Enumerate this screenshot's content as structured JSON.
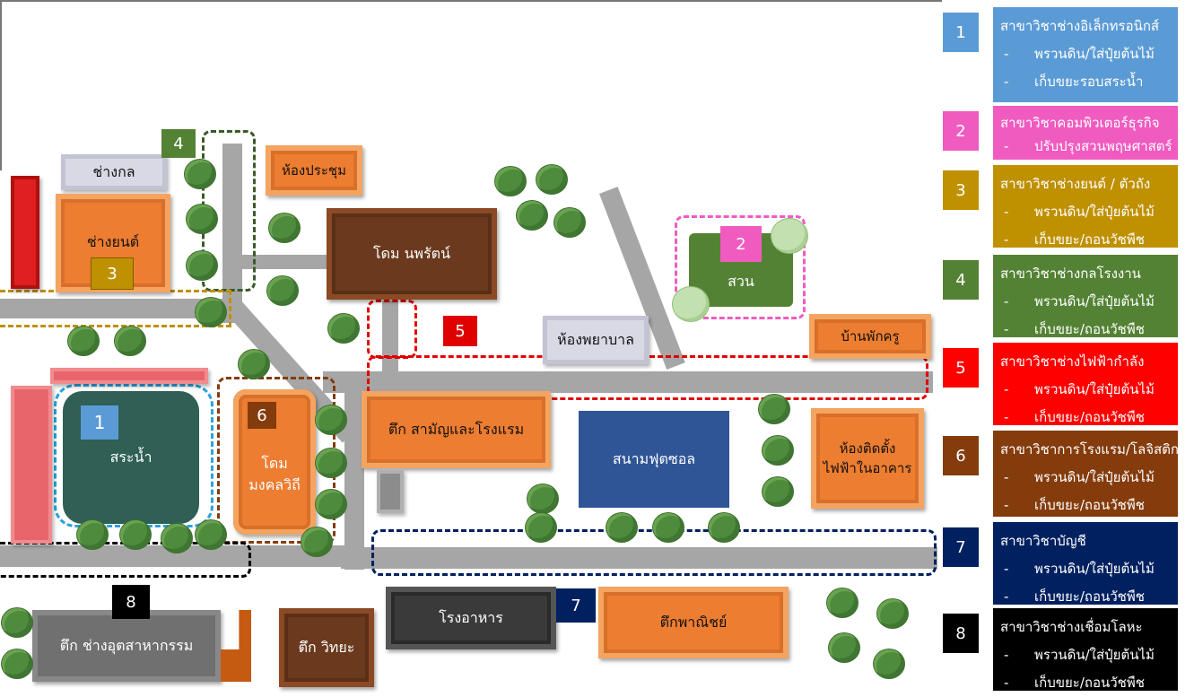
{
  "buildings": {
    "print_shop": "ช่างกล",
    "auto_shop": "ช่างยนต์",
    "meeting_room": "ห้องประชุม",
    "dome_noppharat": "โดม นพรัตน์",
    "infirmary": "ห้องพยาบาล",
    "teacher_house": "บ้านพักครู",
    "garden": "สวน",
    "pond": "สระน้ำ",
    "dome_mongkhon_line1": "โดม",
    "dome_mongkhon_line2": "มงคลวิถี",
    "general_hotel": "ตึก สามัญและโรงแรม",
    "futsal": "สนามฟุตซอล",
    "electric_lab_line1": "ห้องติดตั้ง",
    "electric_lab_line2": "ไฟฟ้าในอาคาร",
    "industrial": "ตึก ช่างอุตสาหากรรม",
    "science": "ตึก วิทยะ",
    "canteen": "โรงอาหาร",
    "commerce": "ตึกพาณิชย์"
  },
  "zone_badges": [
    "1",
    "2",
    "3",
    "4",
    "5",
    "6",
    "7",
    "8"
  ],
  "legend": [
    {
      "num": "1",
      "color": "#5b9bd5",
      "title": "สาขาวิชาช่างอิเล็กทรอนิกส์",
      "items": [
        "พรวนดิน/ใส่ปุ๋ยต้นไม้",
        "เก็บขยะรอบสระน้ำ"
      ]
    },
    {
      "num": "2",
      "color": "#f05bc0",
      "title": "สาขาวิชาคอมพิวเตอร์ธุรกิจ",
      "items": [
        "ปรับปรุงสวนพฤษศาสตร์"
      ]
    },
    {
      "num": "3",
      "color": "#bf9000",
      "title": "สาขาวิชาช่างยนต์ / ตัวถัง",
      "items": [
        "พรวนดิน/ใส่ปุ๋ยต้นไม้",
        "เก็บขยะ/ถอนวัชพืช"
      ]
    },
    {
      "num": "4",
      "color": "#548235",
      "title": "สาขาวิชาช่างกลโรงงาน",
      "items": [
        "พรวนดิน/ใส่ปุ๋ยต้นไม้",
        "เก็บขยะ/ถอนวัชพืช"
      ]
    },
    {
      "num": "5",
      "color": "#ff0000",
      "title": "สาขาวิชาช่างไฟฟ้ากำลัง",
      "items": [
        "พรวนดิน/ใส่ปุ๋ยต้นไม้",
        "เก็บขยะ/ถอนวัชพืช"
      ]
    },
    {
      "num": "6",
      "color": "#843c0c",
      "title": "สาขาวิชาการโรงแรม/โลจิสติก",
      "items": [
        "พรวนดิน/ใส่ปุ๋ยต้นไม้",
        "เก็บขยะ/ถอนวัชพืช"
      ]
    },
    {
      "num": "7",
      "color": "#002060",
      "title": "สาขาวิชาบัญชี",
      "items": [
        "พรวนดิน/ใส่ปุ๋ยต้นไม้",
        "เก็บขยะ/ถอนวัชพืช"
      ]
    },
    {
      "num": "8",
      "color": "#000000",
      "title": "สาขาวิชาช่างเชื่อมโลหะ",
      "items": [
        "พรวนดิน/ใส่ปุ๋ยต้นไม้",
        "เก็บขยะ/ถอนวัชพืช"
      ]
    }
  ],
  "legend_dash": "-",
  "colors": {
    "road": "#a6a6a6",
    "tree": "#4e8b3d",
    "pond": "#2f5f55",
    "futsal": "#2f5597",
    "garden": "#548235"
  }
}
